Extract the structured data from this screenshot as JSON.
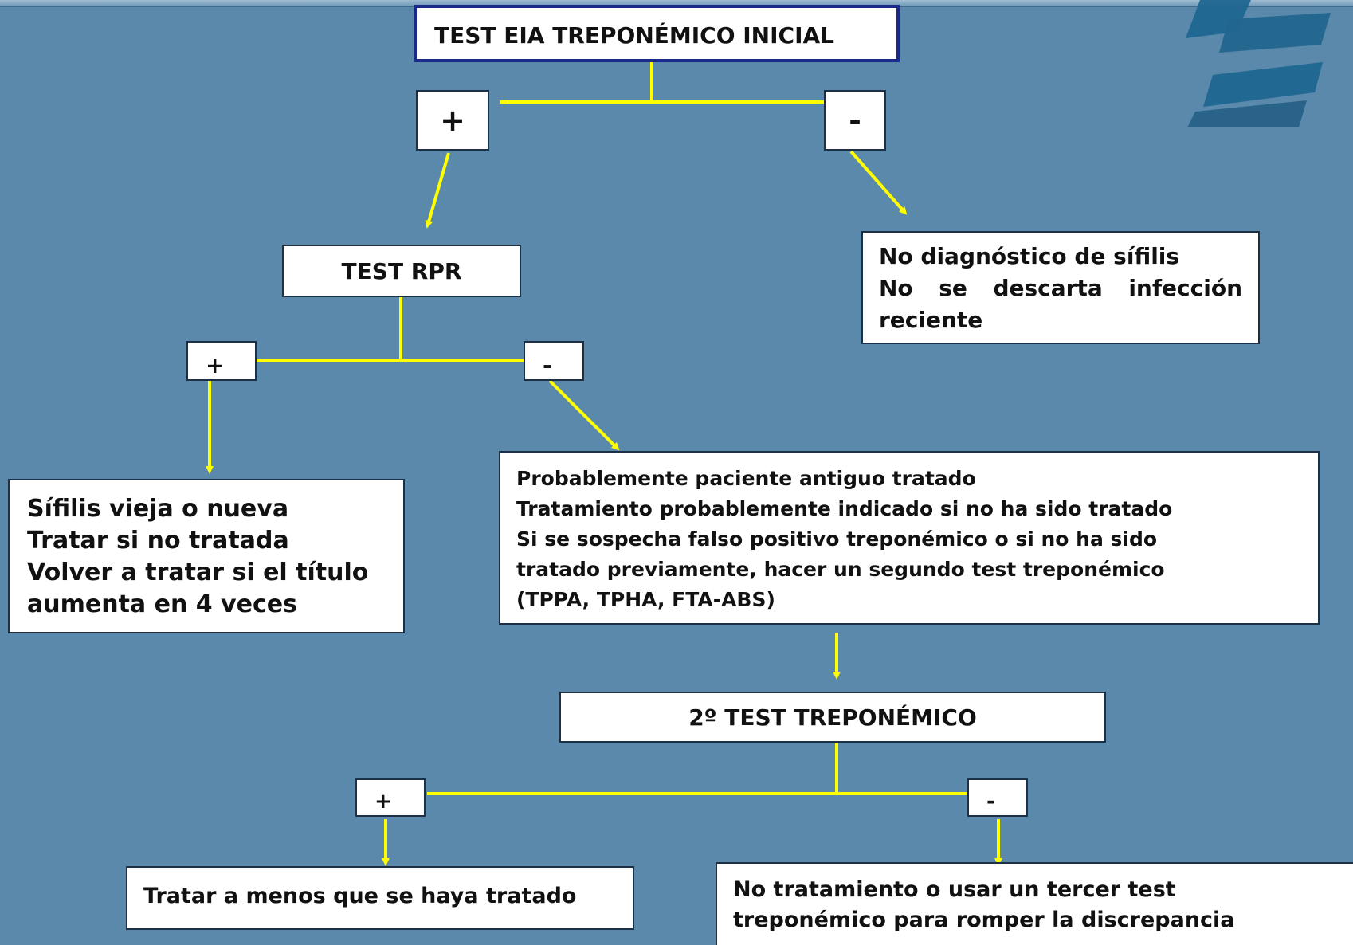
{
  "flowchart": {
    "root": "TEST EIA TREPONÉMICO INICIAL",
    "plus": "+",
    "minus": "-",
    "rpr_test": "TEST RPR",
    "no_syphilis": [
      "No diagnóstico de sífilis",
      "No se descarta infección",
      "reciente"
    ],
    "rpr_positive_result": [
      "Sífilis vieja o nueva",
      "Tratar si no tratada",
      "Volver a tratar si el título",
      "aumenta en 4 veces"
    ],
    "rpr_negative_result": [
      "Probablemente paciente antiguo tratado",
      "Tratamiento probablemente indicado si no ha sido tratado",
      "Si se sospecha falso positivo treponémico o si no ha sido",
      "tratado previamente, hacer un segundo test treponémico",
      "(TPPA, TPHA, FTA-ABS)"
    ],
    "second_test": "2º TEST TREPONÉMICO",
    "second_positive_result": "Tratar a menos que se haya tratado",
    "second_negative_result": [
      "No tratamiento o usar un tercer test",
      "treponémico para romper la discrepancia"
    ]
  },
  "colors": {
    "background": "#5a89ab",
    "connector": "#ffff00",
    "box_fill": "#ffffff",
    "box_border": "#1d2f44",
    "logo": "#1f6690"
  }
}
